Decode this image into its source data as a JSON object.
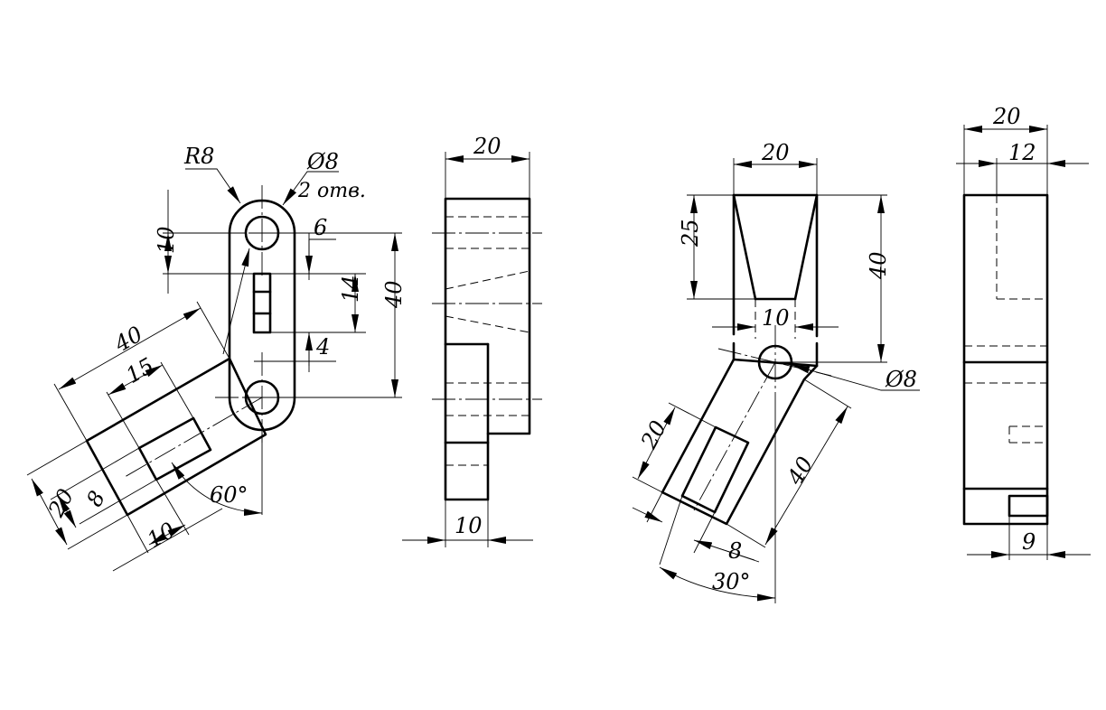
{
  "part1": {
    "front": {
      "radius": "R8",
      "hole_diameter": "Ø8",
      "hole_note": "2 отв.",
      "dim_10": "10",
      "dim_6": "6",
      "dim_14": "14",
      "dim_4": "4",
      "dim_40": "40",
      "arm_length": "40",
      "arm_15": "15",
      "arm_width": "20",
      "arm_8": "8",
      "arm_10": "10",
      "angle": "60°"
    },
    "side": {
      "width": "20",
      "step": "10"
    }
  },
  "part2": {
    "front": {
      "top_width": "20",
      "height_25": "25",
      "height_40": "40",
      "neck_width": "10",
      "hole_diameter": "Ø8",
      "arm_width": "20",
      "arm_length": "40",
      "arm_8": "8",
      "angle": "30°"
    },
    "side": {
      "width": "20",
      "inner": "12",
      "slot": "9"
    }
  }
}
